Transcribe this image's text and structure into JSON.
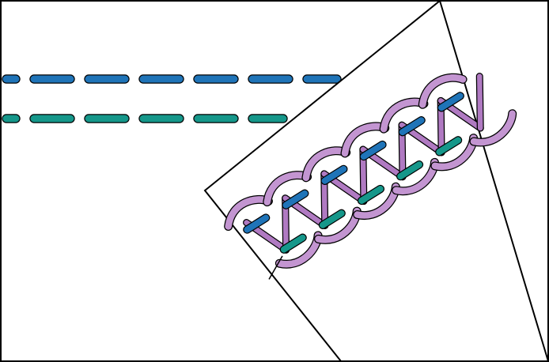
{
  "diagram": {
    "subject": "seam-stitch-illustration",
    "colors": {
      "background": "#ffffff",
      "outline": "#000000",
      "stitch_blue": "#1f74b8",
      "stitch_teal": "#15978a",
      "overcast_purple": "#b07ac2",
      "overcast_purple_light": "#c395d1"
    },
    "stitch_rows": [
      {
        "name": "upper-running-stitch",
        "color": "#1f74b8"
      },
      {
        "name": "lower-running-stitch",
        "color": "#15978a"
      }
    ]
  }
}
